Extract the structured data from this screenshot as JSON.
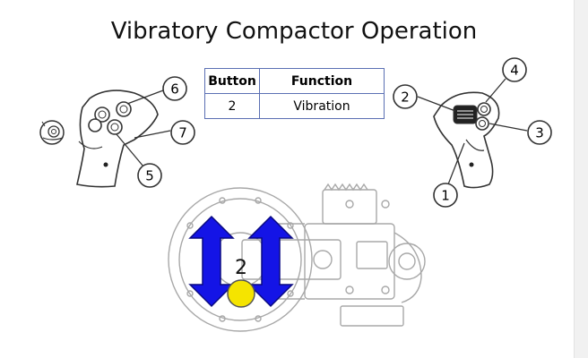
{
  "title": "Vibratory Compactor Operation",
  "table": {
    "headers": [
      "Button",
      "Function"
    ],
    "rows": [
      [
        "2",
        "Vibration"
      ]
    ]
  },
  "left_joystick": {
    "callouts": [
      "6",
      "7",
      "5"
    ],
    "icon": "snail-icon"
  },
  "right_joystick": {
    "callouts": [
      "4",
      "2",
      "3",
      "1"
    ]
  },
  "compactor": {
    "button_label": "2",
    "indicator_color": "#f5e400",
    "arrow_color": "#1414e6",
    "motion": "up-down-vibration"
  }
}
